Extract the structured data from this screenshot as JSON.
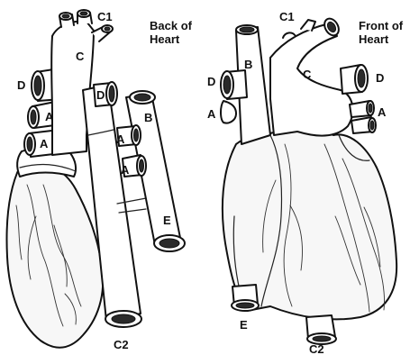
{
  "back_view": {
    "title_line1": "Back of",
    "title_line2": "Heart",
    "labels": {
      "c1": "C1",
      "c": "C",
      "d": "D",
      "a_upper": "A",
      "a_lower": "A",
      "b": "B",
      "d_inner": "D",
      "a_inner_upper": "A",
      "a_inner_lower": "A",
      "e": "E",
      "c2": "C2"
    }
  },
  "front_view": {
    "title_line1": "Front of",
    "title_line2": "Heart",
    "labels": {
      "c1": "C1",
      "b": "B",
      "c": "C",
      "d_left": "D",
      "a_left": "A",
      "d_right": "D",
      "a_right": "A",
      "e": "E",
      "c2": "C2"
    }
  }
}
